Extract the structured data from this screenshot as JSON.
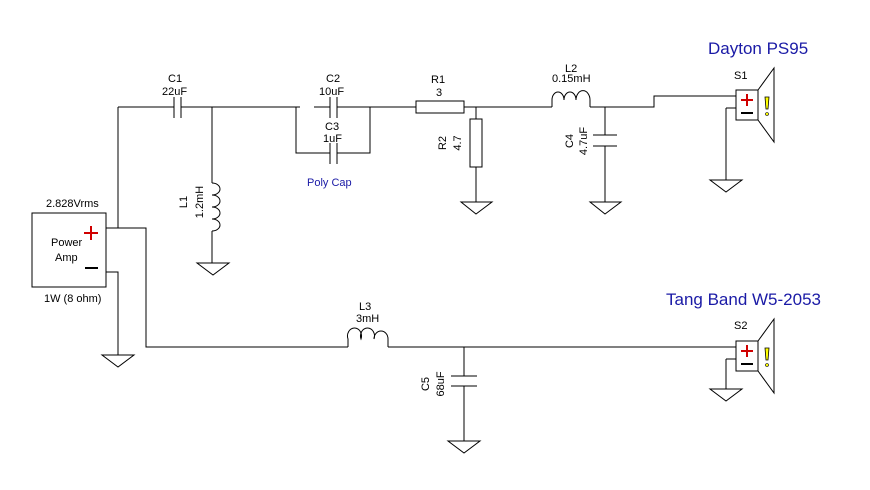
{
  "speakers": {
    "tweeter": {
      "name": "Dayton PS95",
      "ref": "S1"
    },
    "woofer": {
      "name": "Tang Band W5-2053",
      "ref": "S2"
    }
  },
  "amp": {
    "voltage": "2.828Vrms",
    "label_line1": "Power",
    "label_line2": "Amp",
    "rating": "1W (8 ohm)"
  },
  "components": {
    "c1": {
      "ref": "C1",
      "value": "22uF"
    },
    "c2": {
      "ref": "C2",
      "value": "10uF"
    },
    "c3": {
      "ref": "C3",
      "value": "1uF",
      "note": "Poly Cap"
    },
    "r1": {
      "ref": "R1",
      "value": "3"
    },
    "r2": {
      "ref": "R2",
      "value": "4.7"
    },
    "l1": {
      "ref": "L1",
      "value": "1.2mH"
    },
    "l2": {
      "ref": "L2",
      "value": "0.15mH"
    },
    "c4": {
      "ref": "C4",
      "value": "4.7uF"
    },
    "l3": {
      "ref": "L3",
      "value": "3mH"
    },
    "c5": {
      "ref": "C5",
      "value": "68uF"
    }
  },
  "colors": {
    "title": "#1a1aa6",
    "plus": "#d00000",
    "speaker_fill": "#ffff00"
  }
}
